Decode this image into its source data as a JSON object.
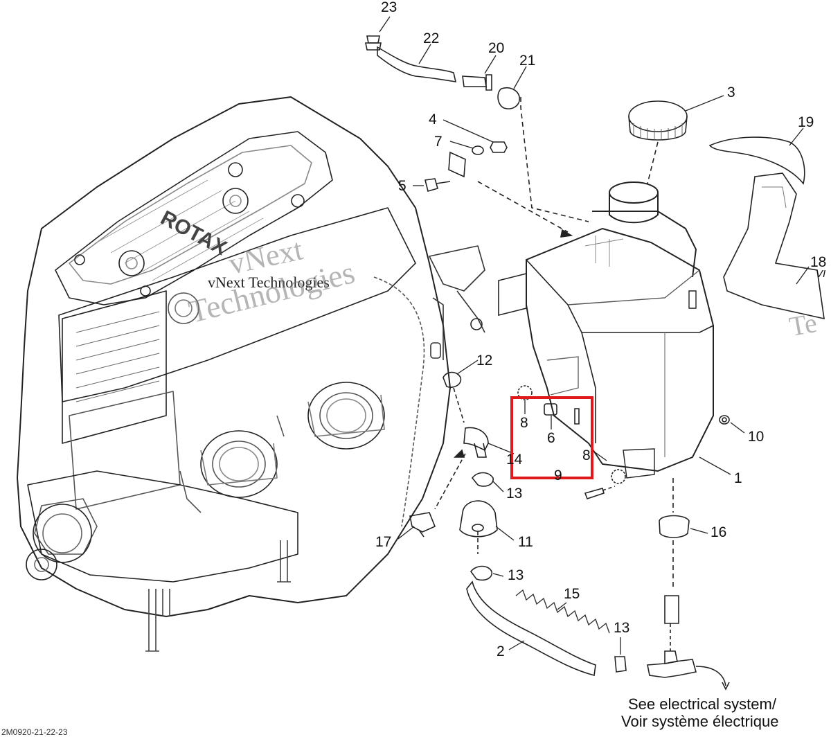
{
  "diagram": {
    "callouts": {
      "c23": "23",
      "c22": "22",
      "c20": "20",
      "c21": "21",
      "c3": "3",
      "c19": "19",
      "c4": "4",
      "c7": "7",
      "c5": "5",
      "c18": "18",
      "c18b": "VI",
      "c12": "12",
      "c8a": "8",
      "c6": "6",
      "c8b": "8",
      "c9": "9",
      "c10": "10",
      "c1": "1",
      "c14": "14",
      "c13a": "13",
      "c16": "16",
      "c17": "17",
      "c11": "11",
      "c13b": "13",
      "c15": "15",
      "c13c": "13",
      "c2": "2"
    },
    "engine_brand_text": "ROTAX",
    "watermark": {
      "line1": "vNext Technologies",
      "line2": "vNext",
      "line3": "Technologies",
      "line4": "Te"
    },
    "note": {
      "line1": "See electrical system/",
      "line2": "Voir système électrique"
    },
    "drawing_code": "2M0920-21-22-23",
    "colors": {
      "highlight": "#e01a1a",
      "line": "#222222",
      "detail": "#9a9a9a",
      "watermark": "#888888"
    }
  }
}
